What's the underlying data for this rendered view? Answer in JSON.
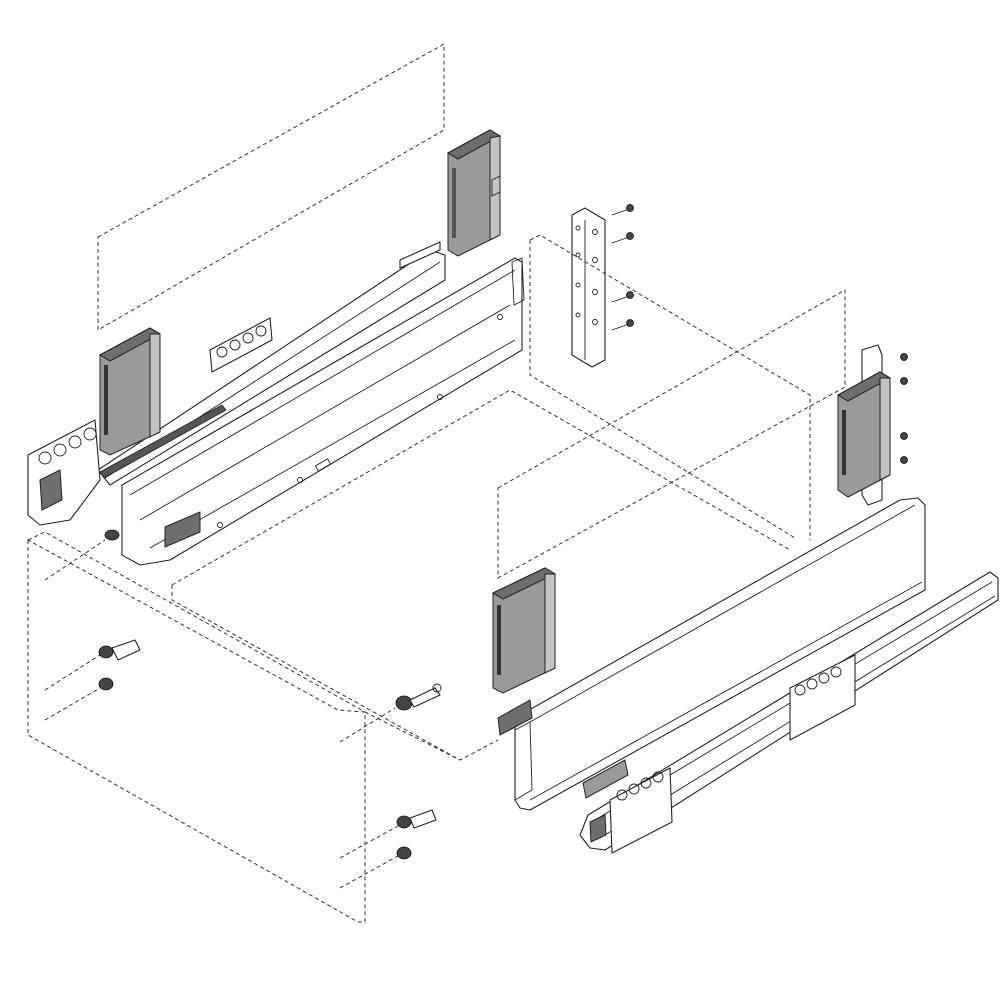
{
  "diagram": {
    "colors": {
      "background": "#ffffff",
      "stroke": "#222222",
      "grey_part": "#9a9a9a",
      "grey_dark": "#6e6e6e"
    },
    "parts": [
      "back-panel-outline",
      "left-rear-bracket",
      "left-drawer-side",
      "left-runner",
      "left-front-bracket",
      "rear-mounting-post",
      "right-rear-bracket",
      "right-drawer-side",
      "right-runner",
      "right-front-bracket",
      "drawer-bottom-outline",
      "front-panel-outline",
      "cabinet-outline",
      "connector-dowels"
    ]
  }
}
